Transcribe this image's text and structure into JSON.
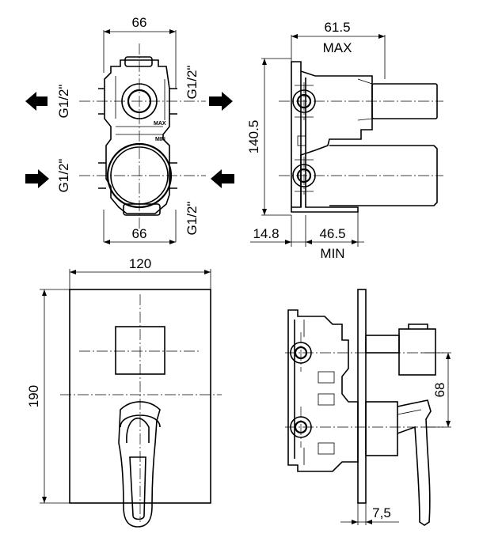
{
  "labels": {
    "top_width_upper": "66",
    "top_width_lower": "66",
    "port_top_right": "G1/2\"",
    "port_bottom_right": "G1/2\"",
    "port_upper_left": "G1/2\"",
    "port_lower_left": "G1/2\"",
    "marking_max": "MAX",
    "marking_min": "MIN",
    "side_depth_max_value": "61.5",
    "side_depth_max_label": "MAX",
    "side_height": "140.5",
    "side_offset": "14.8",
    "side_depth_min_value": "46.5",
    "side_depth_min_label": "MIN",
    "plate_width": "120",
    "plate_height": "190",
    "lever_offset": "68",
    "plate_thickness": "7,5"
  }
}
